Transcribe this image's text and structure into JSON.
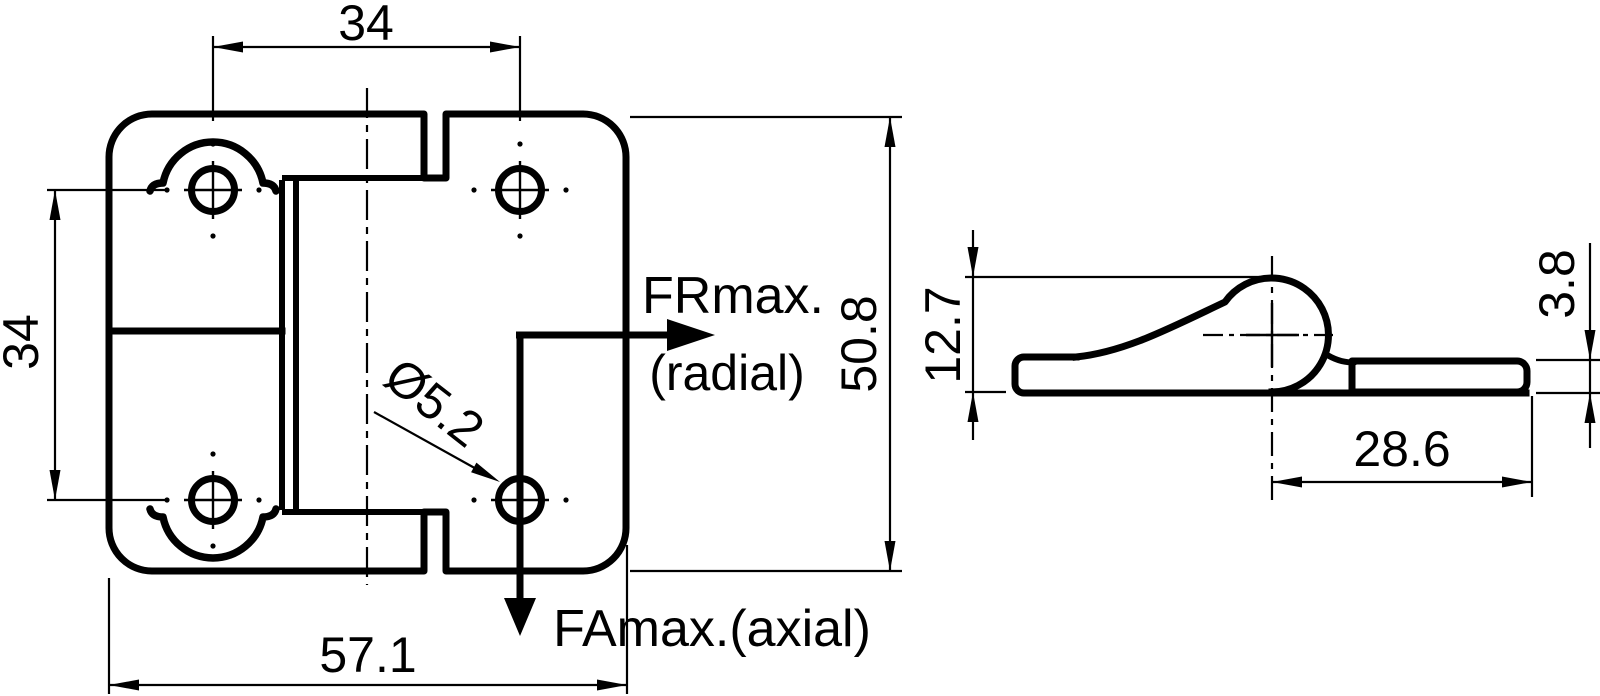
{
  "colors": {
    "background": "#ffffff",
    "line": "#000000"
  },
  "front_view": {
    "dimensions": {
      "hole_pitch_horizontal": "34",
      "hole_pitch_vertical": "34",
      "overall_width": "57.1",
      "overall_height": "50.8",
      "hole_diameter": "Ø5.2"
    },
    "annotations": {
      "radial_force": "FRmax.",
      "radial_force_note": "(radial)",
      "axial_force": "FAmax.(axial)"
    }
  },
  "side_view": {
    "dimensions": {
      "overall_height": "12.7",
      "leaf_thickness": "3.8",
      "leaf_length": "28.6"
    }
  }
}
